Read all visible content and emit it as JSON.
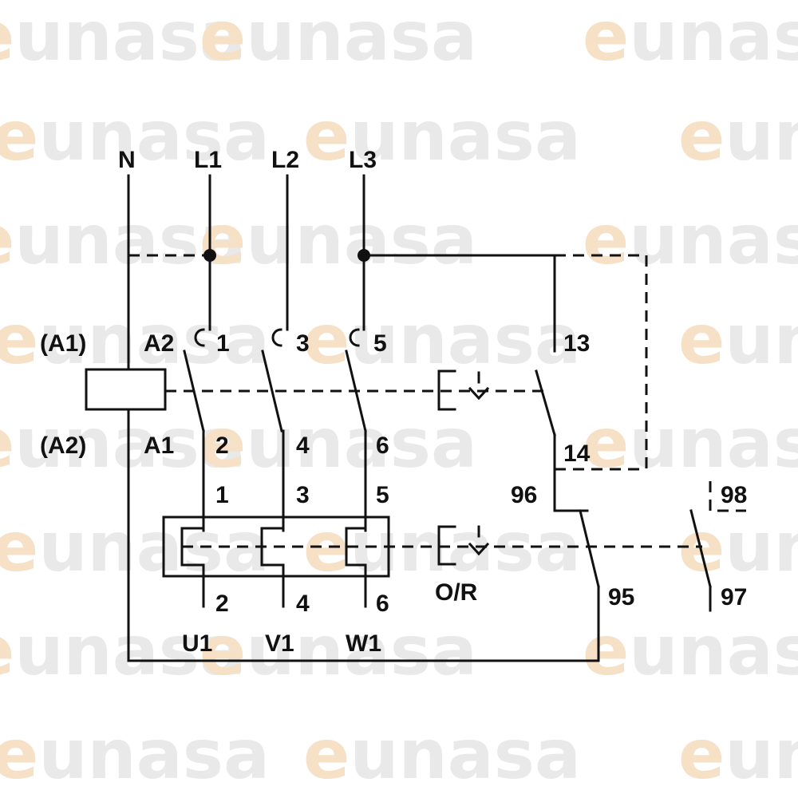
{
  "watermark": {
    "brand": "eunasa",
    "e_color": "#f6e0c6",
    "rest_color": "#e9e9e9"
  },
  "labels": {
    "n": "N",
    "l1": "L1",
    "l2": "L2",
    "l3": "L3",
    "a1_paren": "(A1)",
    "a2_paren": "(A2)",
    "a2": "A2",
    "a1": "A1",
    "c1": "1",
    "c3": "3",
    "c5": "5",
    "c2": "2",
    "c4": "4",
    "c6": "6",
    "r1": "1",
    "r3": "3",
    "r5": "5",
    "r2": "2",
    "r4": "4",
    "r6": "6",
    "t13": "13",
    "t14": "14",
    "t96": "96",
    "t95": "95",
    "t98": "98",
    "t97": "97",
    "or": "O/R",
    "u1": "U1",
    "v1": "V1",
    "w1": "W1"
  }
}
